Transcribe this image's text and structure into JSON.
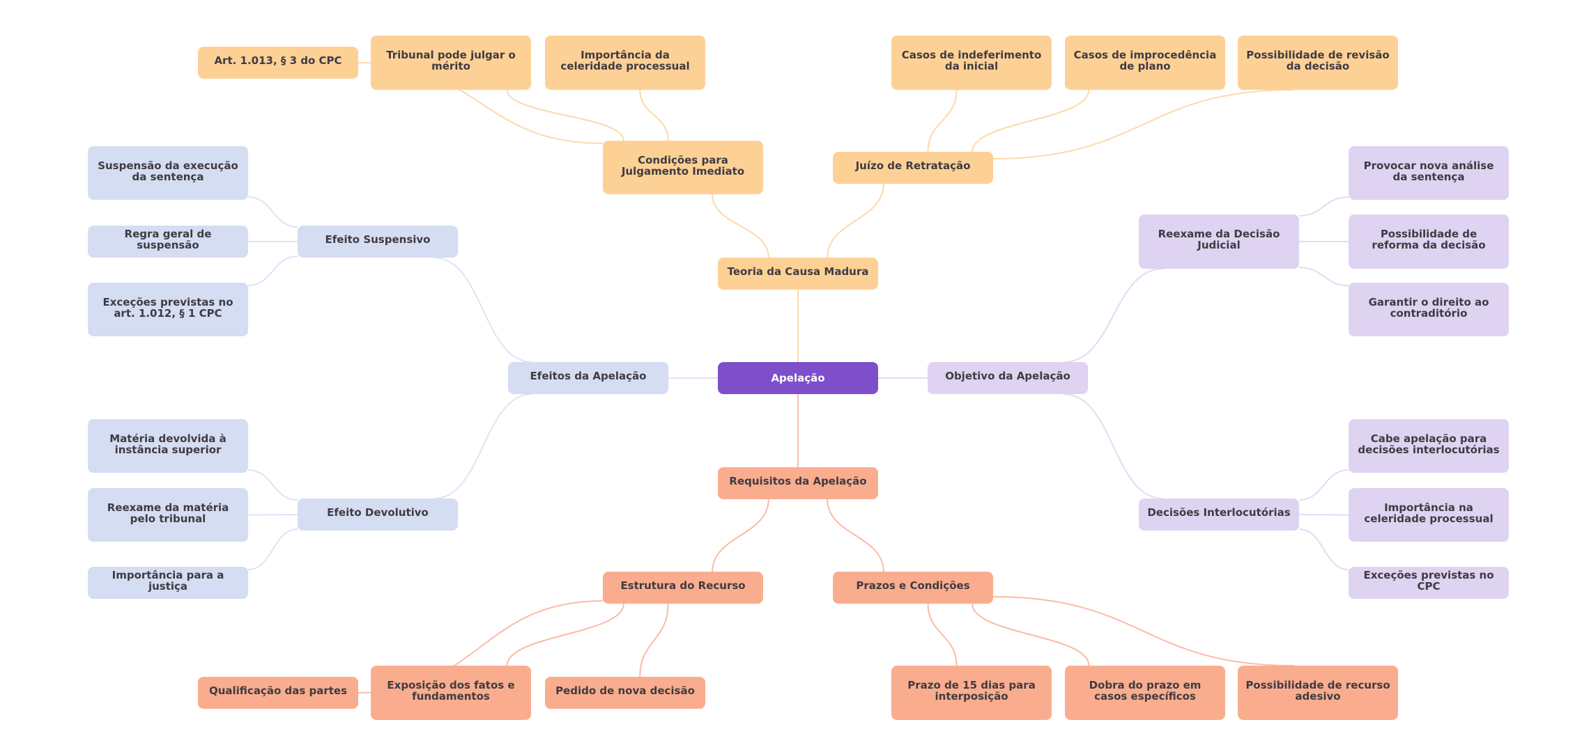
{
  "title": "Apelação",
  "colors": {
    "root": "#7e4fcb",
    "top": "#fdd196",
    "bottom": "#f9ad8e",
    "left": "#d4ddf2",
    "right": "#ded3f1",
    "edge_top": "#fdd9ab",
    "edge_bottom": "#f9bca4",
    "edge_left": "#dde4f4",
    "edge_right": "#e4dbf4",
    "text": "#3f3b42",
    "root_text": "#ffffff"
  },
  "nodes": [
    {
      "id": "apelacao",
      "label": "Apelação",
      "branch": "root",
      "parent": null
    },
    {
      "id": "teoria",
      "label": "Teoria da Causa Madura",
      "branch": "top",
      "parent": "apelacao"
    },
    {
      "id": "condicoes",
      "label": "Condições para Julgamento Imediato",
      "branch": "top",
      "parent": "teoria"
    },
    {
      "id": "tribunal",
      "label": "Tribunal pode julgar o mérito",
      "branch": "top",
      "parent": "condicoes"
    },
    {
      "id": "importancia_cel",
      "label": "Importância da celeridade processual",
      "branch": "top",
      "parent": "condicoes"
    },
    {
      "id": "art1013",
      "label": "Art. 1.013, § 3 do CPC",
      "branch": "top",
      "parent": "condicoes"
    },
    {
      "id": "juizo",
      "label": "Juízo de Retratação",
      "branch": "top",
      "parent": "teoria"
    },
    {
      "id": "casos_indef",
      "label": "Casos de indeferimento da inicial",
      "branch": "top",
      "parent": "juizo"
    },
    {
      "id": "casos_improc",
      "label": "Casos de improcedência de plano",
      "branch": "top",
      "parent": "juizo"
    },
    {
      "id": "poss_revisao",
      "label": "Possibilidade de revisão da decisão",
      "branch": "top",
      "parent": "juizo"
    },
    {
      "id": "efeitos",
      "label": "Efeitos da Apelação",
      "branch": "left",
      "parent": "apelacao"
    },
    {
      "id": "ef_susp",
      "label": "Efeito Suspensivo",
      "branch": "left",
      "parent": "efeitos"
    },
    {
      "id": "susp_exec",
      "label": "Suspensão da execução da sentença",
      "branch": "left",
      "parent": "ef_susp"
    },
    {
      "id": "regra_geral",
      "label": "Regra geral de suspensão",
      "branch": "left",
      "parent": "ef_susp"
    },
    {
      "id": "excecoes_art",
      "label": "Exceções previstas no art. 1.012, § 1 CPC",
      "branch": "left",
      "parent": "ef_susp"
    },
    {
      "id": "ef_devol",
      "label": "Efeito Devolutivo",
      "branch": "left",
      "parent": "efeitos"
    },
    {
      "id": "materia_dev",
      "label": "Matéria devolvida à instância superior",
      "branch": "left",
      "parent": "ef_devol"
    },
    {
      "id": "reexame_mat",
      "label": "Reexame da matéria pelo tribunal",
      "branch": "left",
      "parent": "ef_devol"
    },
    {
      "id": "imp_justica",
      "label": "Importância para a justiça",
      "branch": "left",
      "parent": "ef_devol"
    },
    {
      "id": "objetivo",
      "label": "Objetivo da Apelação",
      "branch": "right",
      "parent": "apelacao"
    },
    {
      "id": "reexame_dec",
      "label": "Reexame da Decisão Judicial",
      "branch": "right",
      "parent": "objetivo"
    },
    {
      "id": "provocar",
      "label": "Provocar nova análise da sentença",
      "branch": "right",
      "parent": "reexame_dec"
    },
    {
      "id": "poss_reforma",
      "label": "Possibilidade de reforma da decisão",
      "branch": "right",
      "parent": "reexame_dec"
    },
    {
      "id": "garantir",
      "label": "Garantir o direito ao contraditório",
      "branch": "right",
      "parent": "reexame_dec"
    },
    {
      "id": "dec_interloc",
      "label": "Decisões Interlocutórias",
      "branch": "right",
      "parent": "objetivo"
    },
    {
      "id": "cabe_apel",
      "label": "Cabe apelação para decisões interlocutórias",
      "branch": "right",
      "parent": "dec_interloc"
    },
    {
      "id": "imp_cel_proc",
      "label": "Importância na celeridade processual",
      "branch": "right",
      "parent": "dec_interloc"
    },
    {
      "id": "exc_cpc",
      "label": "Exceções previstas no CPC",
      "branch": "right",
      "parent": "dec_interloc"
    },
    {
      "id": "requisitos",
      "label": "Requisitos da Apelação",
      "branch": "bottom",
      "parent": "apelacao"
    },
    {
      "id": "estrutura",
      "label": "Estrutura do Recurso",
      "branch": "bottom",
      "parent": "requisitos"
    },
    {
      "id": "qualif",
      "label": "Qualificação das partes",
      "branch": "bottom",
      "parent": "estrutura"
    },
    {
      "id": "exposicao",
      "label": "Exposição dos fatos e fundamentos",
      "branch": "bottom",
      "parent": "estrutura"
    },
    {
      "id": "pedido",
      "label": "Pedido de nova decisão",
      "branch": "bottom",
      "parent": "estrutura"
    },
    {
      "id": "prazos",
      "label": "Prazos e Condições",
      "branch": "bottom",
      "parent": "requisitos"
    },
    {
      "id": "prazo15",
      "label": "Prazo de 15 dias para interposição",
      "branch": "bottom",
      "parent": "prazos"
    },
    {
      "id": "dobra",
      "label": "Dobra do prazo em casos específicos",
      "branch": "bottom",
      "parent": "prazos"
    },
    {
      "id": "poss_adesivo",
      "label": "Possibilidade de recurso adesivo",
      "branch": "bottom",
      "parent": "prazos"
    }
  ]
}
